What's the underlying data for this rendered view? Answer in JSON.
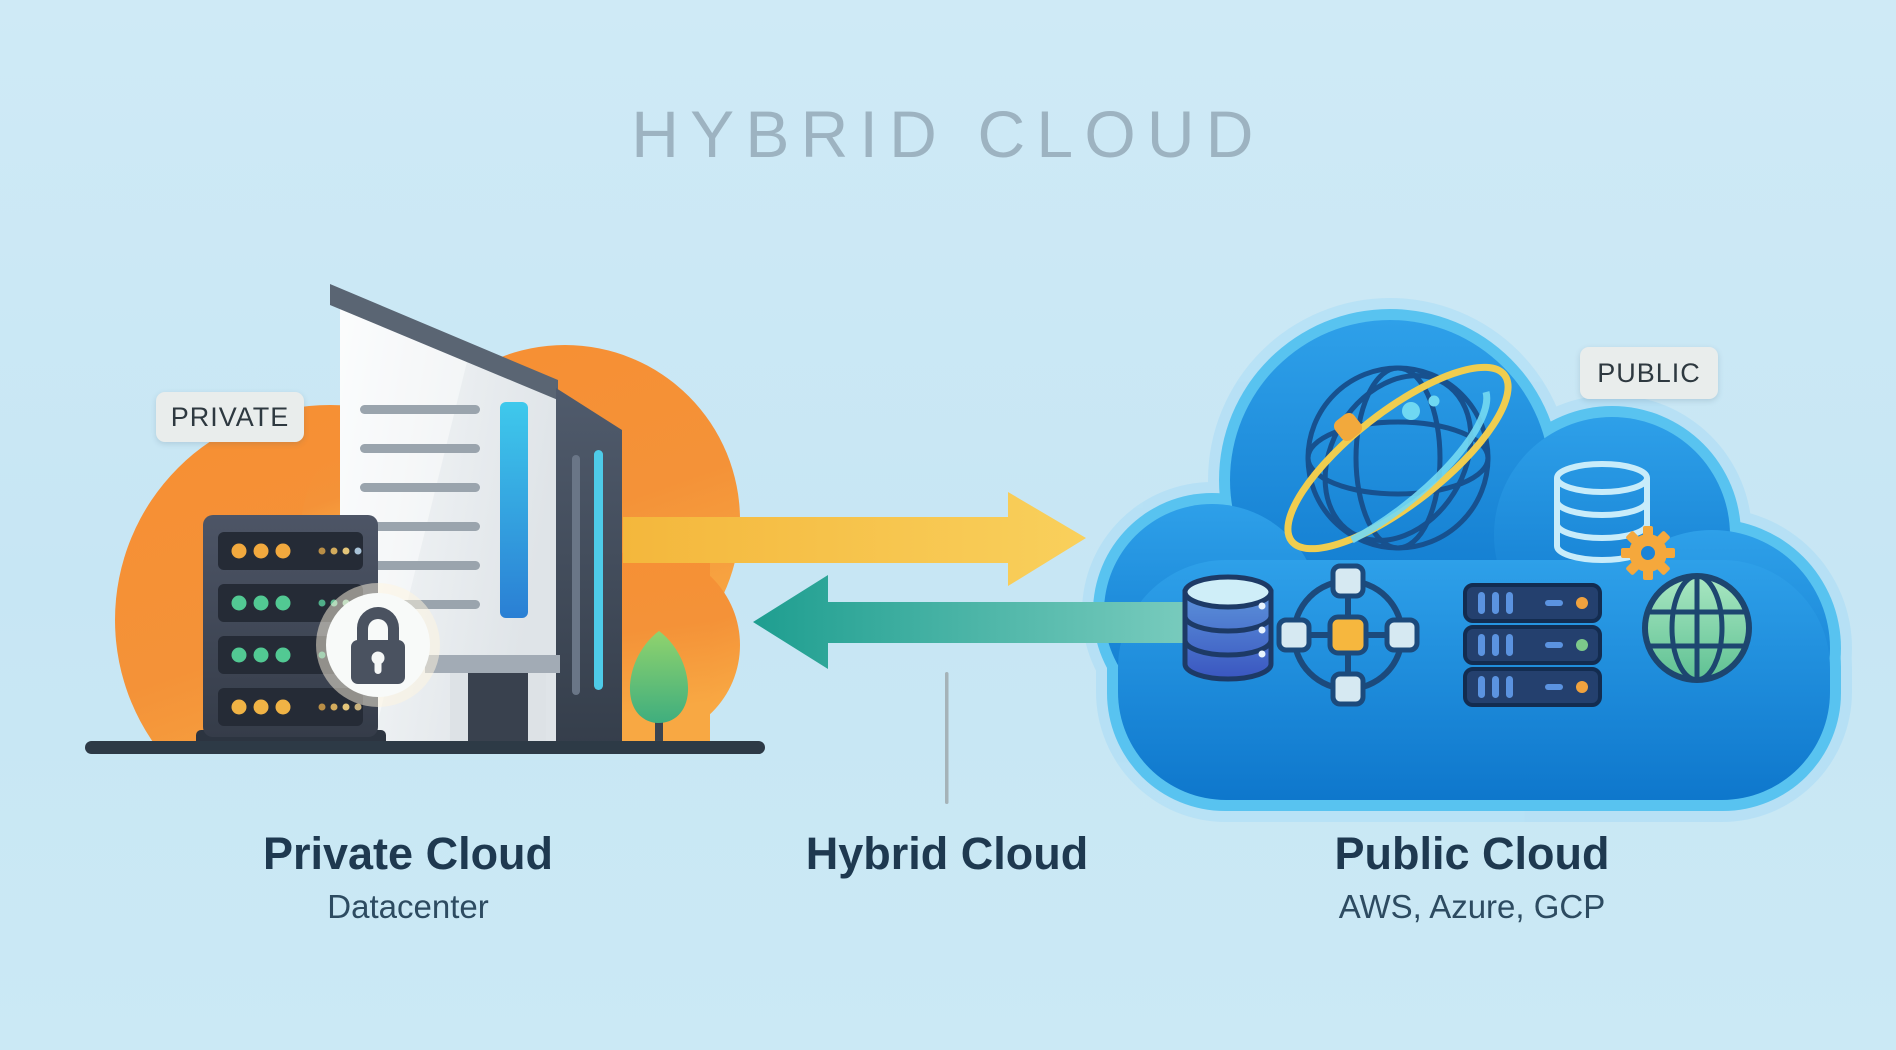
{
  "title": "HYBRID CLOUD",
  "zones": {
    "private": {
      "badge": "PRIVATE",
      "caption_title": "Private Cloud",
      "caption_subtitle": "Datacenter"
    },
    "hybrid": {
      "caption_title": "Hybrid Cloud"
    },
    "public": {
      "badge": "PUBLIC",
      "caption_title": "Public Cloud",
      "caption_subtitle": "AWS, Azure, GCP"
    }
  },
  "flows": [
    {
      "name": "private-to-public",
      "direction": "right",
      "color": "#f6c24a"
    },
    {
      "name": "public-to-private",
      "direction": "left",
      "color": "#27a296"
    }
  ],
  "icons": {
    "private_side": [
      "orange-cloud",
      "office-building",
      "server-rack",
      "lock-badge",
      "tree"
    ],
    "public_side": [
      "network-sphere",
      "database-gear",
      "database",
      "cluster-nodes",
      "server-stack",
      "globe"
    ]
  },
  "colors": {
    "background": "#c9e8f5",
    "title_text": "#9db3c1",
    "private_cloud": "#f6933a",
    "public_cloud": "#1b8cdd",
    "public_cloud_rim": "#5cc5f1",
    "arrow_out": "#f6c24a",
    "arrow_in": "#27a296",
    "ground": "#2d3a46",
    "caption_text": "#1e3950"
  }
}
